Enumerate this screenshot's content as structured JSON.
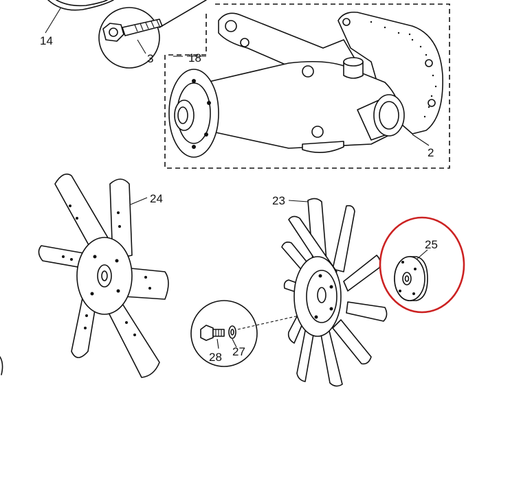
{
  "parts": {
    "p14": "14",
    "p3": "3",
    "p18": "18",
    "p2": "2",
    "p24": "24",
    "p23": "23",
    "p25": "25",
    "p28": "28",
    "p27": "27"
  },
  "colors": {
    "line": "#111111",
    "highlight": "#cc2222",
    "background": "#ffffff"
  }
}
